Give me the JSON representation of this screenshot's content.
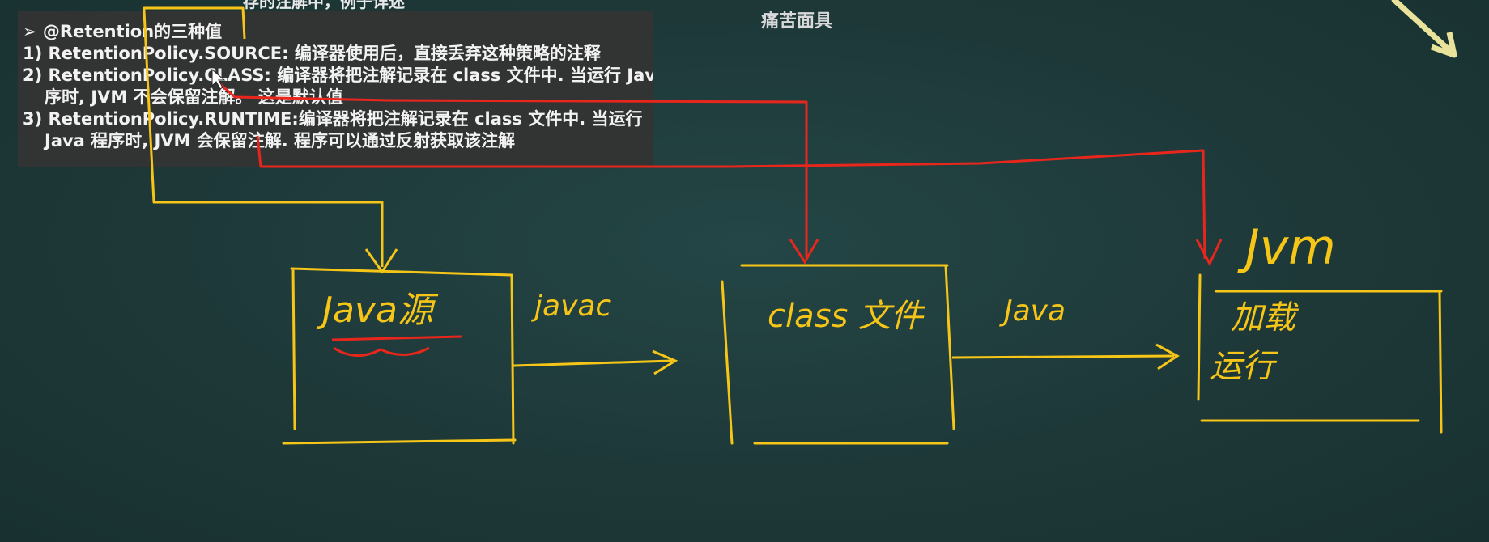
{
  "top_cut_text": "存的注解中，例子详述",
  "mask_title": "痛苦面具",
  "retention_panel": {
    "heading": "➢ @Retention的三种值",
    "lines": [
      "1) RetentionPolicy.SOURCE: 编译器使用后，直接丢弃这种策略的注释",
      "2) RetentionPolicy.CLASS: 编译器将把注解记录在 class 文件中. 当运行 Jav",
      "序时, JVM 不会保留注解。 这是默认值",
      "3) RetentionPolicy.RUNTIME:编译器将把注解记录在 class 文件中. 当运行",
      "Java 程序时, JVM 会保留注解. 程序可以通过反射获取该注解"
    ]
  },
  "diagram": {
    "source_box_label": "Java源",
    "arrow1_label": "javac",
    "class_box_label": "class 文件",
    "arrow2_label": "Java",
    "jvm_label": "Jvm",
    "jvm_box_line1": "加载",
    "jvm_box_line2": "运行"
  },
  "colors": {
    "board": "#1f3a3a",
    "panel": "#343434",
    "chalk_yellow": "#f5c518",
    "chalk_red": "#e8261c",
    "cursor_green": "#2fbf7f"
  }
}
